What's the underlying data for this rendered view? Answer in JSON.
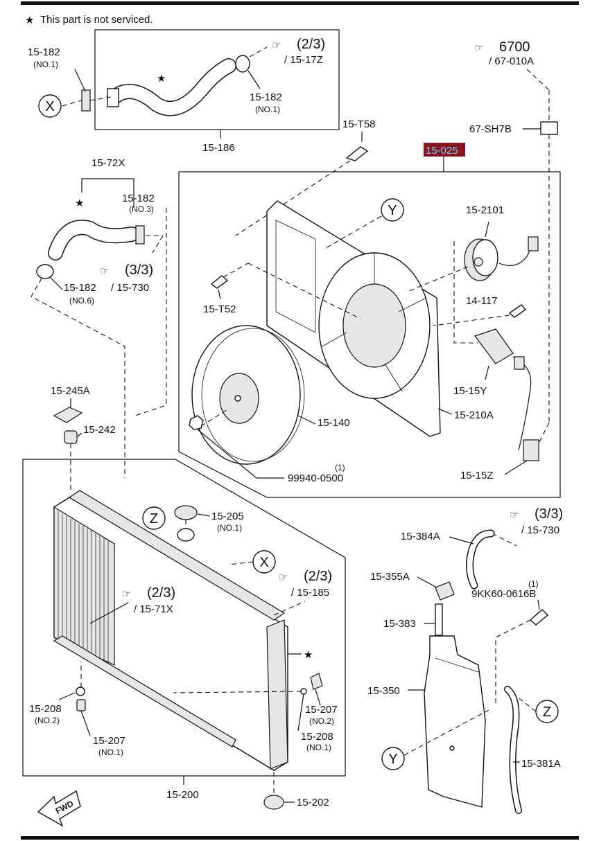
{
  "note": "This part is not serviced.",
  "labels": {
    "p15_182_top": "15-182",
    "p15_182_top_no": "(NO.1)",
    "ref_23_a_txt": "(2/3)",
    "ref_23_a_code": "/ 15-17Z",
    "p15_182_mid": "15-182",
    "p15_182_mid_no": "(NO.1)",
    "p15_186": "15-186",
    "ref_6700_txt": "6700",
    "ref_6700_code": "/ 67-010A",
    "p67_sh7b": "67-SH7B",
    "p15_t58": "15-T58",
    "p15_025": "15-025",
    "p15_72x": "15-72X",
    "p15_182_no3": "15-182",
    "p15_182_no3_no": "(NO.3)",
    "ref_33_a_txt": "(3/3)",
    "ref_33_a_code": "/ 15-730",
    "p15_182_no6": "15-182",
    "p15_182_no6_no": "(NO.6)",
    "p15_t52": "15-T52",
    "p15_2101": "15-2101",
    "p14_117": "14-117",
    "p15_15y": "15-15Y",
    "p15_140": "15-140",
    "p15_210a": "15-210A",
    "p15_15z": "15-15Z",
    "p99940_qty": "(1)",
    "p99940": "99940-0500",
    "p15_245a": "15-245A",
    "p15_242": "15-242",
    "p15_205": "15-205",
    "p15_205_no": "(NO.1)",
    "ref_23_b_txt": "(2/3)",
    "ref_23_b_code": "/ 15-185",
    "ref_23_c_txt": "(2/3)",
    "ref_23_c_code": "/ 15-71X",
    "ref_33_b_txt": "(3/3)",
    "ref_33_b_code": "/ 15-730",
    "p15_384a": "15-384A",
    "p15_355a": "15-355A",
    "p9kk60_qty": "(1)",
    "p9kk60": "9KK60-0616B",
    "p15_383": "15-383",
    "p15_350": "15-350",
    "p15_208_l": "15-208",
    "p15_208_l_no": "(NO.2)",
    "p15_207_l": "15-207",
    "p15_207_l_no": "(NO.1)",
    "p15_207_r": "15-207",
    "p15_207_r_no": "(NO.2)",
    "p15_208_r": "15-208",
    "p15_208_r_no": "(NO.1)",
    "p15_381a": "15-381A",
    "p15_200": "15-200",
    "p15_202": "15-202",
    "fwd": "FWD"
  },
  "callouts": {
    "x1": "X",
    "x2": "X",
    "y1": "Y",
    "y2": "Y",
    "z1": "Z",
    "z2": "Z"
  },
  "colors": {
    "highlight_bg": "#8a1420",
    "highlight_text": "#6fd0ff",
    "line": "#111111"
  }
}
